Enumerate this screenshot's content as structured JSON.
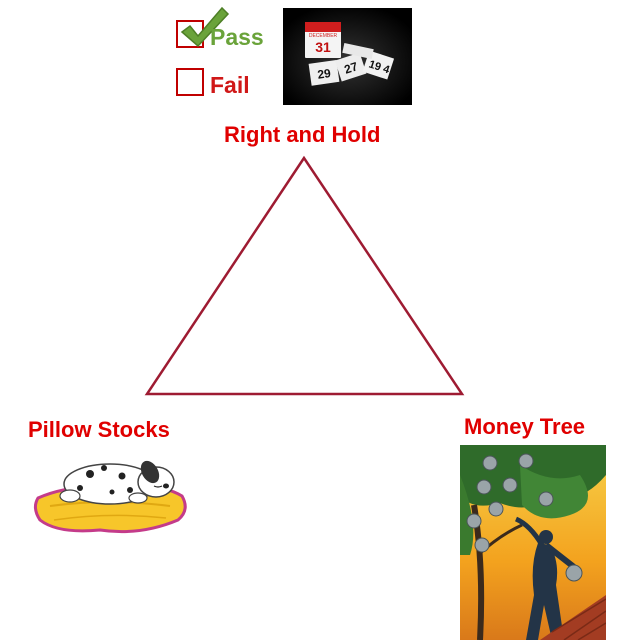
{
  "checklist": {
    "pass_label": "Pass",
    "fail_label": "Fail",
    "pass_color": "#6aa33a",
    "fail_color": "#d01818"
  },
  "calendar_image": {
    "page_numbers": [
      "31",
      "29",
      "27",
      "19",
      "4"
    ],
    "month": "DECEMBER"
  },
  "nodes": {
    "top": "Right and Hold",
    "left": "Pillow Stocks",
    "right": "Money Tree"
  },
  "colors": {
    "label": "#e00000",
    "triangle": "#9e1b32"
  }
}
